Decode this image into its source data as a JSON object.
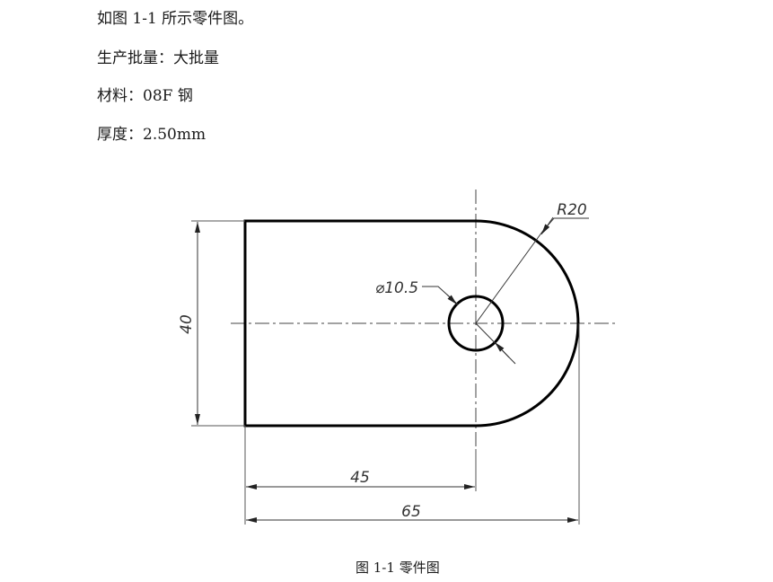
{
  "document": {
    "lines": [
      "如图 1-1 所示零件图。",
      "生产批量：大批量",
      "材料：08F 钢",
      "厚度：2.50mm"
    ],
    "figure": {
      "caption": "图 1-1  零件图",
      "dimensions": {
        "height": "40",
        "inner_length": "45",
        "total_length": "65",
        "radius": "R20",
        "hole_diameter": "⌀10.5"
      }
    }
  },
  "colors": {
    "outline": "#000000",
    "dimension": "#555555",
    "text": "#1a1a1a"
  }
}
